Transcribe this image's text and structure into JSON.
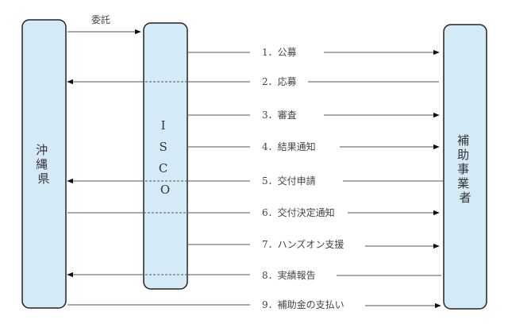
{
  "entities": {
    "prefecture": [
      "沖",
      "縄",
      "県"
    ],
    "isco": [
      "I",
      "S",
      "C",
      "O"
    ],
    "operator": [
      "補",
      "助",
      "事",
      "業",
      "者"
    ]
  },
  "delegation_label": "委託",
  "steps": [
    "1．公募",
    "2．応募",
    "3．審査",
    "4．結果通知",
    "5．交付申請",
    "6．交付決定通知",
    "7．ハンズオン支援",
    "8．実績報告",
    "9．補助金の支払い"
  ],
  "colors": {
    "box_fill": "#d4eaf7",
    "line": "#555555"
  }
}
